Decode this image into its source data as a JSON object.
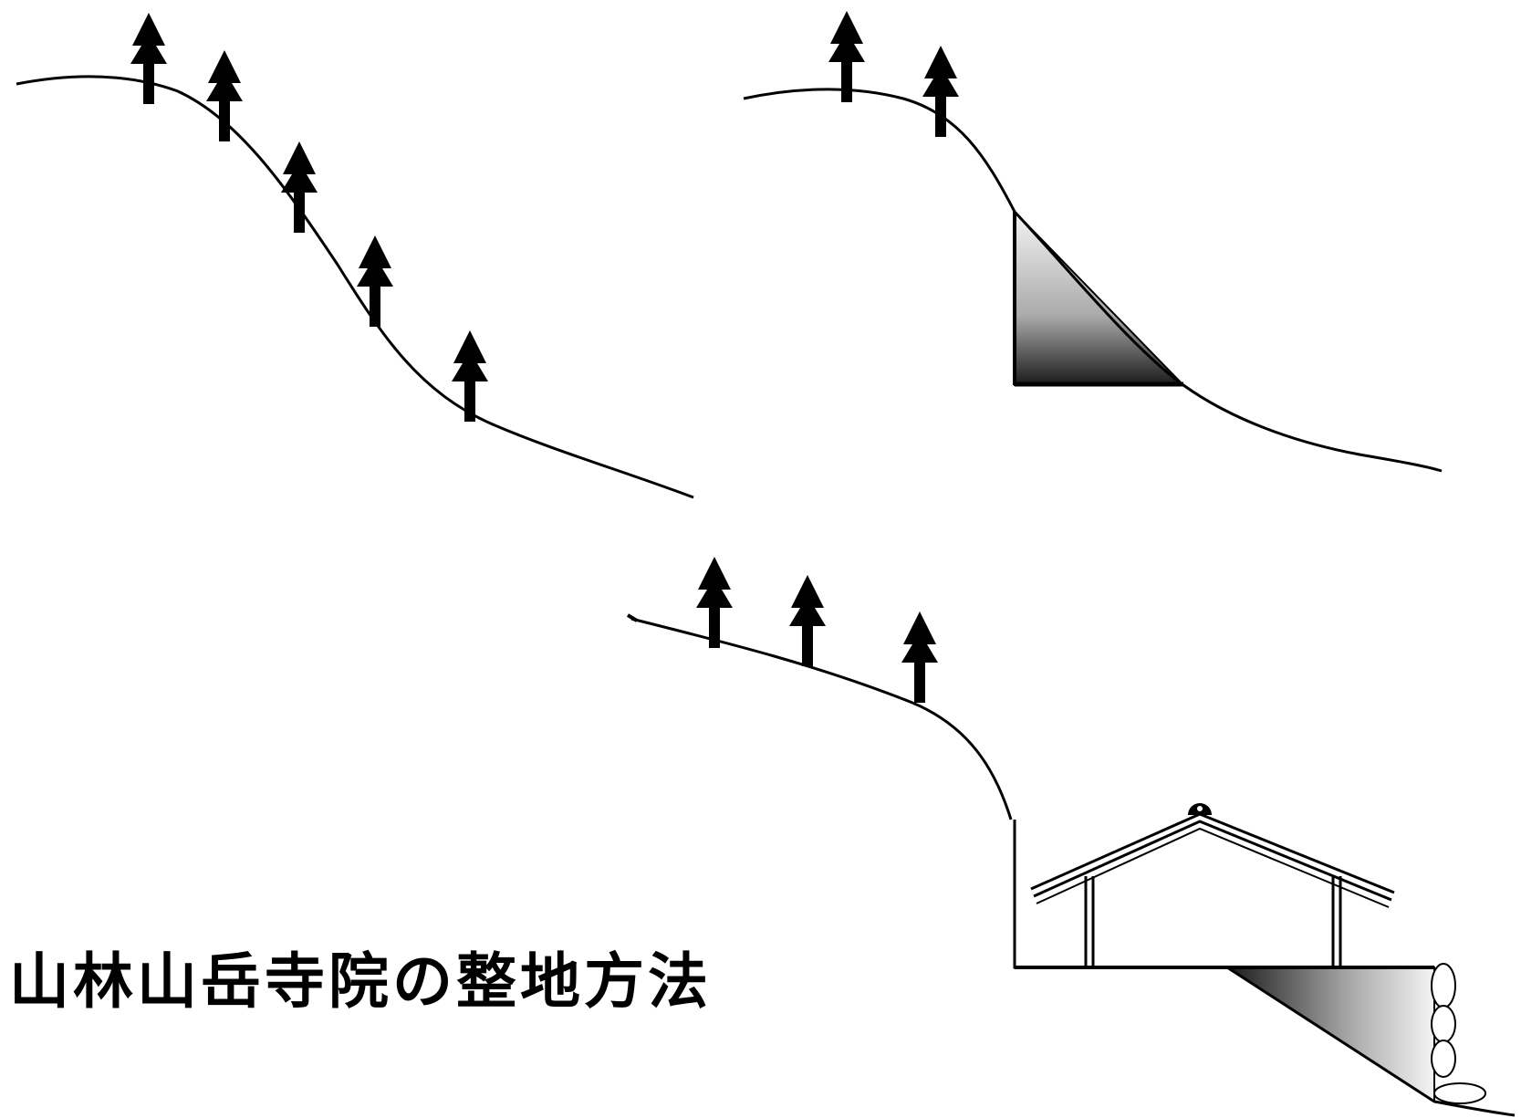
{
  "title": "山林山岳寺院の整地方法",
  "colors": {
    "ink": "#000000",
    "background": "#ffffff",
    "fill_light": "#eeeeee",
    "fill_dark": "#222222"
  },
  "panels": [
    {
      "id": "original-slope",
      "trees": 5
    },
    {
      "id": "cut-slope",
      "trees": 2
    },
    {
      "id": "terraced-temple",
      "trees": 3
    }
  ]
}
